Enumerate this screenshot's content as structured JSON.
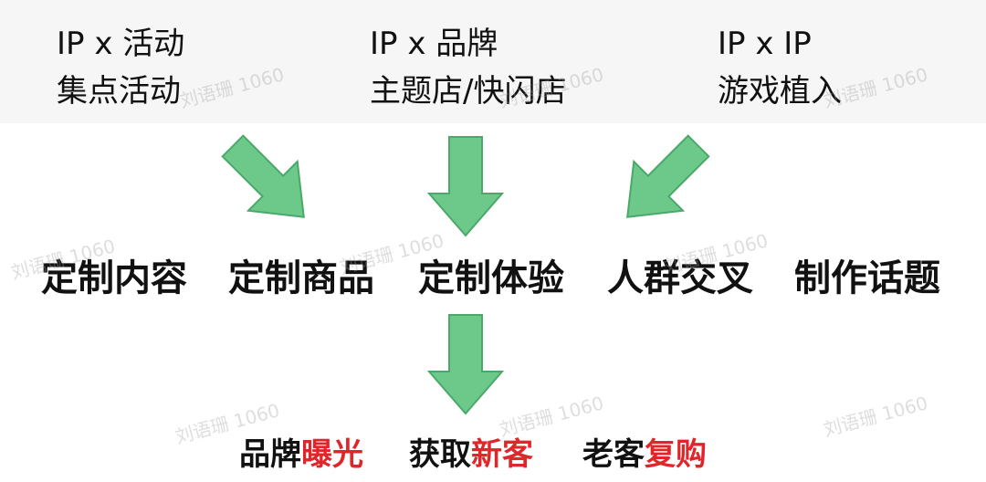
{
  "top": [
    {
      "title": "IP x 活动",
      "subtitle": "集点活动"
    },
    {
      "title": "IP x 品牌",
      "subtitle": "主题店/快闪店"
    },
    {
      "title": "IP x IP",
      "subtitle": "游戏植入"
    }
  ],
  "middle": [
    "定制内容",
    "定制商品",
    "定制体验",
    "人群交叉",
    "制作话题"
  ],
  "bottom": [
    {
      "prefix": "品牌",
      "highlight": "曝光"
    },
    {
      "prefix": "获取",
      "highlight": "新客"
    },
    {
      "prefix": "老客",
      "highlight": "复购"
    }
  ],
  "watermark": "刘语珊 1060",
  "colors": {
    "arrow_fill": "#6cc98a",
    "arrow_stroke": "#4aa86a",
    "highlight": "#e0262a"
  }
}
